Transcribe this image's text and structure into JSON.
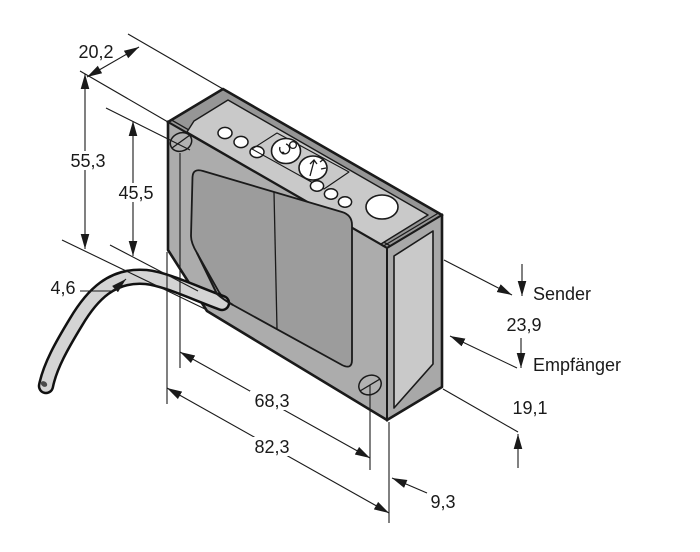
{
  "drawing": {
    "dims": {
      "depth": "20,2",
      "height_total": "55,3",
      "height_front": "45,5",
      "cable_diameter": "4,6",
      "screw_spacing": "68,3",
      "length_total": "82,3",
      "screw_to_end": "9,3",
      "end_width": "19,1",
      "beam_spacing": "23,9"
    },
    "labels": {
      "sender": "Sender",
      "empfaenger": "Empfänger"
    },
    "colors": {
      "outline": "#1a1a1a",
      "top_face": "#969696",
      "panel": "#c9c9c9",
      "front_face": "#acacac",
      "front_window": "#9c9c9c",
      "end_face": "#a8a8a8",
      "end_window": "#c9c9c9",
      "cable": "#d4d4d4",
      "cable_outline": "#111111",
      "led": "#ffffff",
      "background": "#ffffff"
    }
  }
}
